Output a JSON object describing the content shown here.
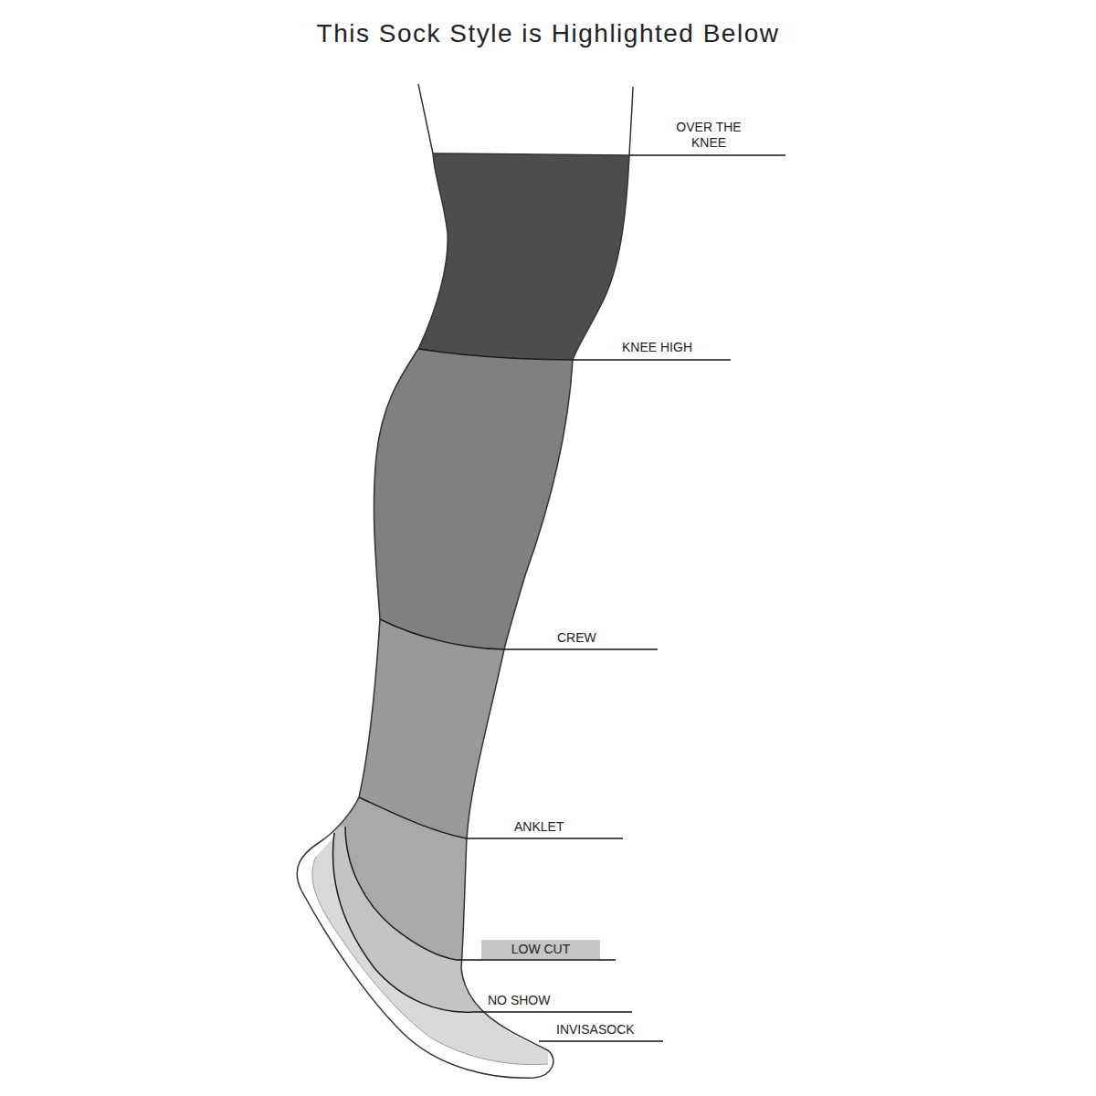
{
  "diagram": {
    "title": "This Sock Style is Highlighted Below",
    "nodes": [
      {
        "text": [
          "LOW CUT"
        ]
      }
    ],
    "labels": [
      "OVER THE KNEE",
      "KNEE HIGH",
      "CREW",
      "ANKLET",
      "NO SHOW",
      "INVISASOCK"
    ]
  }
}
